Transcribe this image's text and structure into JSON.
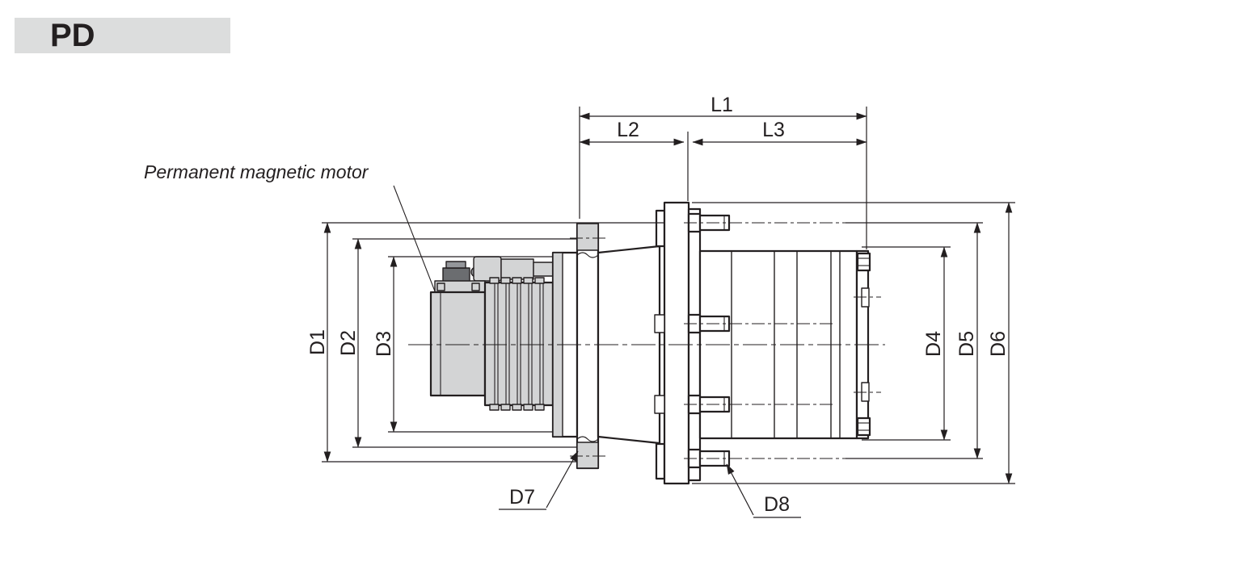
{
  "header": {
    "title": "PD"
  },
  "drawing": {
    "annotation": "Permanent magnetic motor",
    "dim_labels": {
      "L1": "L1",
      "L2": "L2",
      "L3": "L3",
      "D1": "D1",
      "D2": "D2",
      "D3": "D3",
      "D4": "D4",
      "D5": "D5",
      "D6": "D6",
      "D7": "D7",
      "D8": "D8"
    }
  },
  "colors": {
    "line": "#231f20",
    "header_bg": "#dcdddd",
    "part_fill": "#d3d4d5",
    "detail_mid": "#94969a",
    "detail_dark": "#6b6d70",
    "background": "#ffffff"
  }
}
